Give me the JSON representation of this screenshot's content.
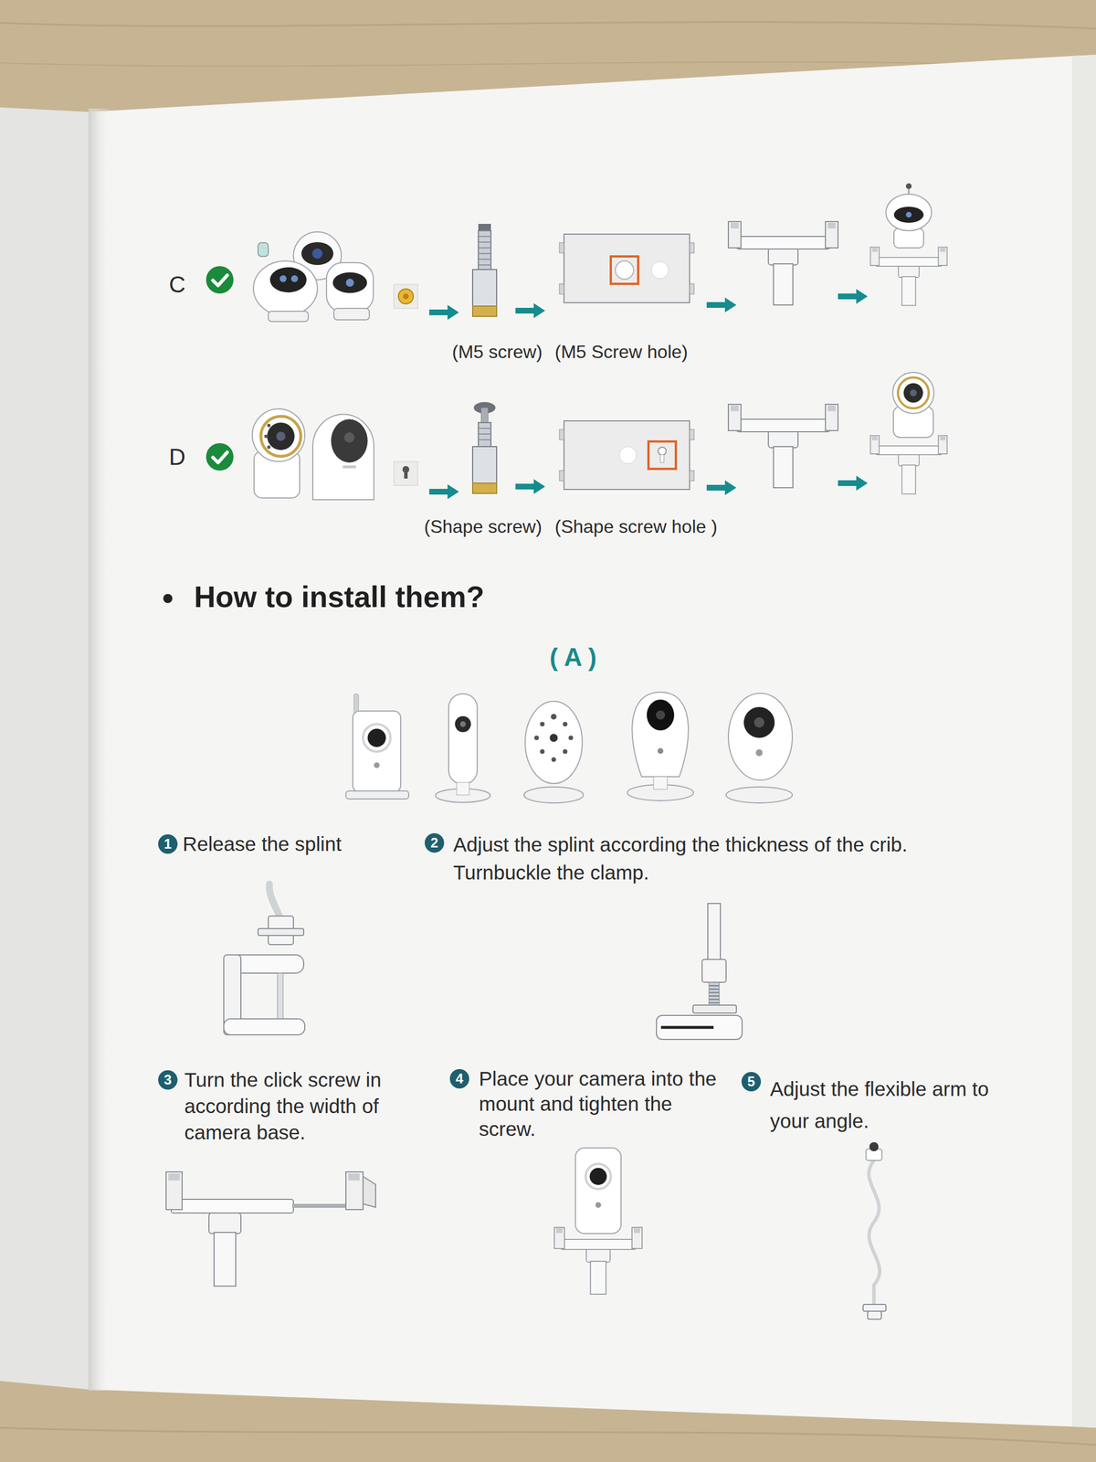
{
  "diagram": {
    "title": "How to install them?",
    "nodes": [
      {
        "text": [
          "1"
        ]
      },
      {
        "text": [
          "2"
        ]
      },
      {
        "text": [
          "3"
        ]
      },
      {
        "text": [
          "4"
        ]
      },
      {
        "text": [
          "5"
        ]
      }
    ],
    "labels": [
      "C",
      "(M5 screw)",
      "(M5 Screw hole)",
      "D",
      "(Shape screw)",
      "(Shape screw hole )",
      "( A )",
      "Release the splint",
      "Adjust the splint according the thickness of the crib. Turnbuckle the clamp.",
      "Turn the click screw in according the width of camera base.",
      "Place your camera into the mount and tighten the screw.",
      "Adjust the flexible arm to your angle."
    ]
  }
}
